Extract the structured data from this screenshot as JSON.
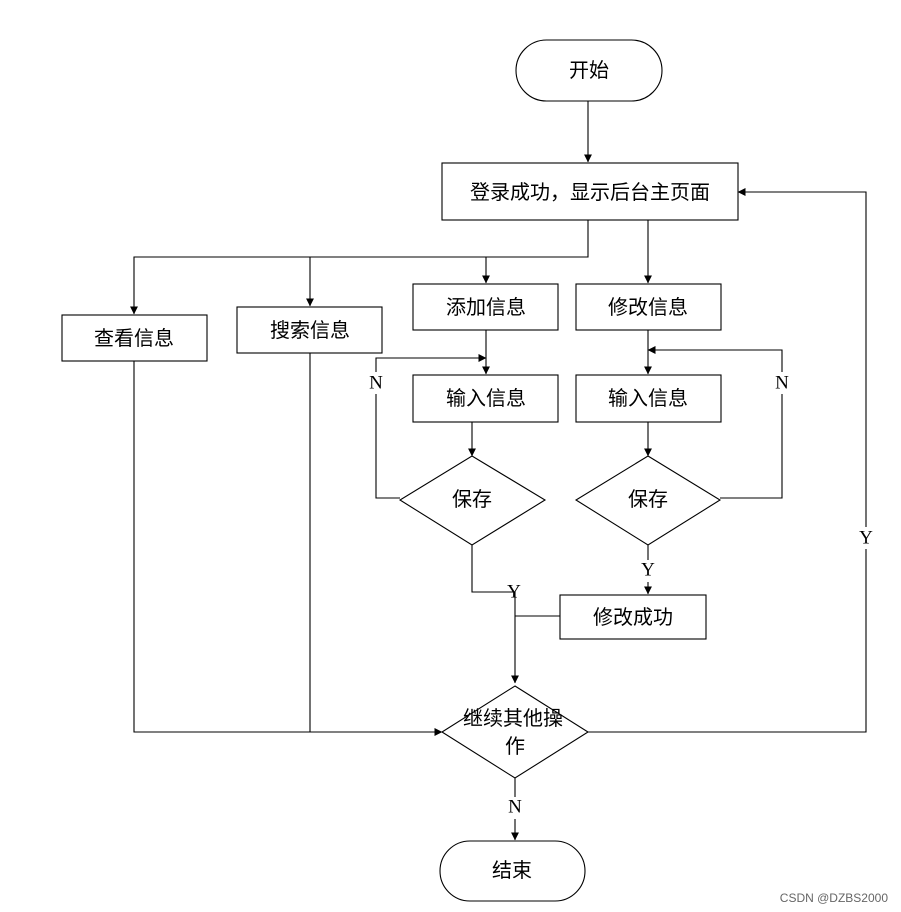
{
  "nodes": {
    "start": "开始",
    "login": "登录成功，显示后台主页面",
    "view": "查看信息",
    "search": "搜索信息",
    "add": "添加信息",
    "modify": "修改信息",
    "input_add": "输入信息",
    "input_modify": "输入信息",
    "save_add": "保存",
    "save_modify": "保存",
    "modify_success": "修改成功",
    "continue_line1": "继续其他操",
    "continue_line2": "作",
    "end": "结束"
  },
  "edge_labels": {
    "add_save_no": "N",
    "modify_save_no": "N",
    "add_save_yes": "Y",
    "modify_save_yes": "Y",
    "continue_yes": "Y",
    "continue_no": "N"
  },
  "watermark": "CSDN @DZBS2000"
}
